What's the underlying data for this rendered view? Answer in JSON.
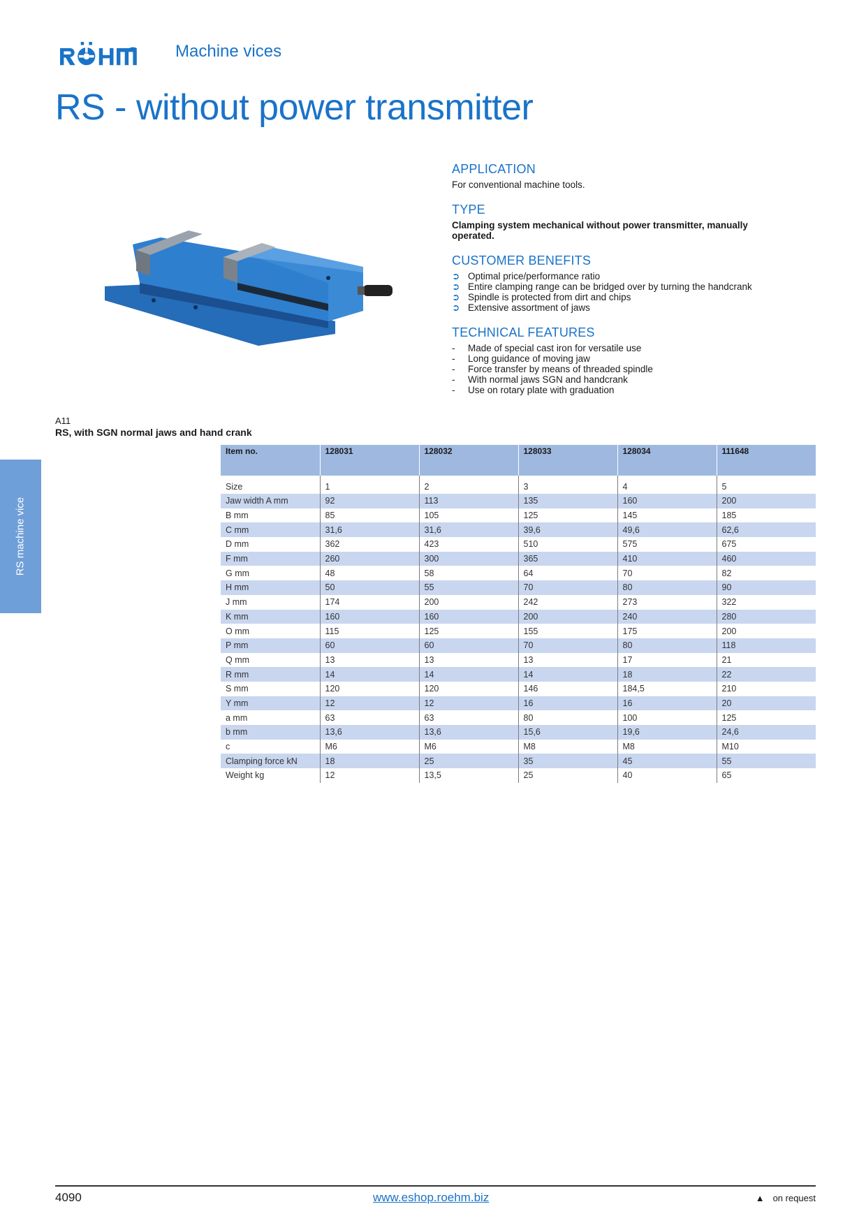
{
  "brand": {
    "logo_text": "RÖHM",
    "primary_color": "#1a73c8",
    "tab_color": "#6f9fd8",
    "table_header_color": "#9fb8e0",
    "table_alt_row_color": "#c9d6ef"
  },
  "header": {
    "section": "Machine vices"
  },
  "page_title": "RS - without power transmitter",
  "sections": {
    "application": {
      "heading": "APPLICATION",
      "text": "For conventional machine tools."
    },
    "type": {
      "heading": "TYPE",
      "text": "Clamping system mechanical without power transmitter, manually operated."
    },
    "customer_benefits": {
      "heading": "CUSTOMER BENEFITS",
      "items": [
        "Optimal price/performance ratio",
        "Entire clamping range can be bridged over by turning the handcrank",
        "Spindle is protected from dirt and chips",
        "Extensive assortment of jaws"
      ]
    },
    "technical_features": {
      "heading": "TECHNICAL FEATURES",
      "items": [
        "Made of special cast iron for versatile use",
        "Long guidance of moving jaw",
        "Force transfer by means of threaded spindle",
        "With normal jaws SGN and handcrank",
        "Use on rotary plate with graduation"
      ]
    }
  },
  "table": {
    "code": "A11",
    "title": "RS, with SGN normal jaws and hand crank",
    "headers": [
      "Item no.",
      "128031",
      "128032",
      "128033",
      "128034",
      "111648"
    ],
    "rows": [
      [
        "Size",
        "1",
        "2",
        "3",
        "4",
        "5"
      ],
      [
        "Jaw width A mm",
        "92",
        "113",
        "135",
        "160",
        "200"
      ],
      [
        "B mm",
        "85",
        "105",
        "125",
        "145",
        "185"
      ],
      [
        "C mm",
        "31,6",
        "31,6",
        "39,6",
        "49,6",
        "62,6"
      ],
      [
        "D mm",
        "362",
        "423",
        "510",
        "575",
        "675"
      ],
      [
        "F mm",
        "260",
        "300",
        "365",
        "410",
        "460"
      ],
      [
        "G mm",
        "48",
        "58",
        "64",
        "70",
        "82"
      ],
      [
        "H mm",
        "50",
        "55",
        "70",
        "80",
        "90"
      ],
      [
        "J mm",
        "174",
        "200",
        "242",
        "273",
        "322"
      ],
      [
        "K mm",
        "160",
        "160",
        "200",
        "240",
        "280"
      ],
      [
        "O mm",
        "115",
        "125",
        "155",
        "175",
        "200"
      ],
      [
        "P mm",
        "60",
        "60",
        "70",
        "80",
        "118"
      ],
      [
        "Q mm",
        "13",
        "13",
        "13",
        "17",
        "21"
      ],
      [
        "R mm",
        "14",
        "14",
        "14",
        "18",
        "22"
      ],
      [
        "S mm",
        "120",
        "120",
        "146",
        "184,5",
        "210"
      ],
      [
        "Y mm",
        "12",
        "12",
        "16",
        "16",
        "20"
      ],
      [
        "a mm",
        "63",
        "63",
        "80",
        "100",
        "125"
      ],
      [
        "b mm",
        "13,6",
        "13,6",
        "15,6",
        "19,6",
        "24,6"
      ],
      [
        "c",
        "M6",
        "M6",
        "M8",
        "M8",
        "M10"
      ],
      [
        "Clamping force kN",
        "18",
        "25",
        "35",
        "45",
        "55"
      ],
      [
        "Weight kg",
        "12",
        "13,5",
        "25",
        "40",
        "65"
      ]
    ]
  },
  "side_tab": "RS machine vice",
  "footer": {
    "page_number": "4090",
    "url": "www.eshop.roehm.biz",
    "legend_symbol": "▲",
    "legend_text": "on request"
  }
}
